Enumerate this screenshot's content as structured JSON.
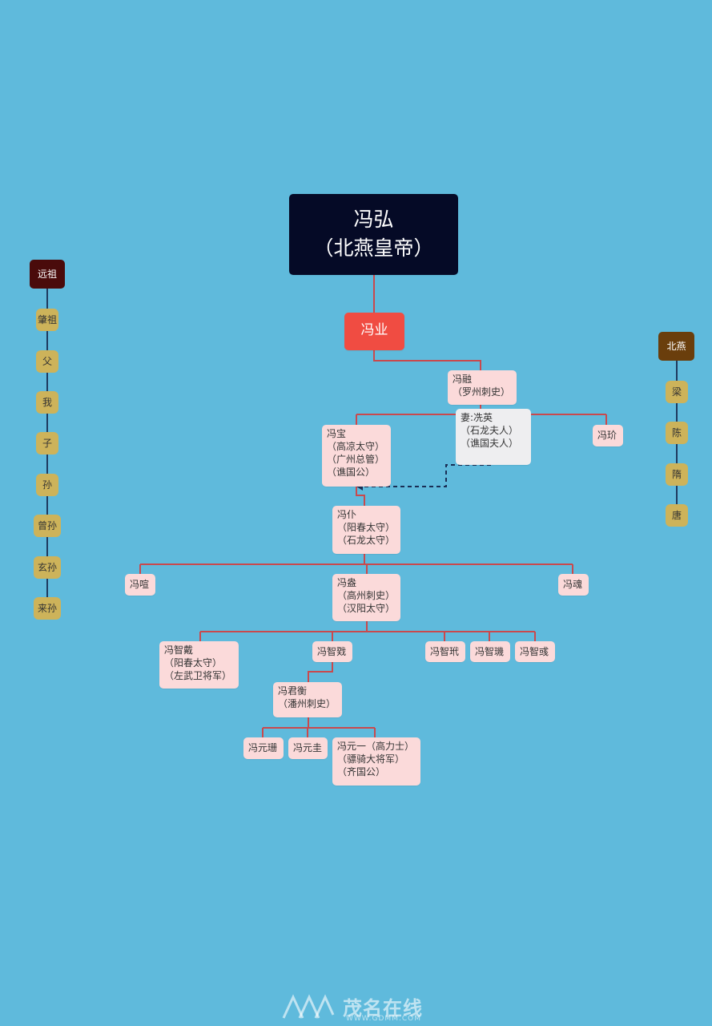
{
  "tree": {
    "root": {
      "lines": [
        "冯弘",
        "（北燕皇帝）"
      ]
    },
    "level1": {
      "lines": [
        "冯业"
      ]
    },
    "feng_rong": {
      "lines": [
        "冯融",
        "（罗州刺史）"
      ]
    },
    "wife": {
      "lines": [
        "妻:冼英",
        "（石龙夫人）",
        "（谯国夫人）"
      ]
    },
    "feng_bao": {
      "lines": [
        "冯宝",
        "（高凉太守）",
        "（广州总管）",
        "（谯国公）"
      ]
    },
    "feng_jie": {
      "lines": [
        "冯玠"
      ]
    },
    "feng_pu": {
      "lines": [
        "冯仆",
        "（阳春太守）",
        "（石龙太守）"
      ]
    },
    "feng_xuan": {
      "lines": [
        "冯喧"
      ]
    },
    "feng_ang": {
      "lines": [
        "冯盎",
        "（高州刺史）",
        "（汉阳太守）"
      ]
    },
    "feng_hun": {
      "lines": [
        "冯魂"
      ]
    },
    "feng_zhidai": {
      "lines": [
        "冯智戴",
        "（阳春太守）",
        "（左武卫将军）"
      ]
    },
    "feng_zhishi": {
      "lines": [
        "冯智戣"
      ]
    },
    "feng_zhiqiu": {
      "lines": [
        "冯智玳"
      ]
    },
    "feng_zhiji": {
      "lines": [
        "冯智璣"
      ]
    },
    "feng_zhiyu": {
      "lines": [
        "冯智彧"
      ]
    },
    "feng_junheng": {
      "lines": [
        "冯君衡",
        "（潘州刺史）"
      ]
    },
    "feng_yuanshan": {
      "lines": [
        "冯元珊"
      ]
    },
    "feng_yuangui": {
      "lines": [
        "冯元圭"
      ]
    },
    "feng_yuanyi": {
      "lines": [
        "冯元一（高力士）",
        "（骠骑大将军）",
        "（齐国公）"
      ]
    }
  },
  "legend_generations": {
    "head": "远祖",
    "items": [
      "肇祖",
      "父",
      "我",
      "子",
      "孙",
      "曾孙",
      "玄孙",
      "来孙"
    ]
  },
  "legend_dynasties": {
    "head": "北燕",
    "items": [
      "梁",
      "陈",
      "隋",
      "唐"
    ]
  },
  "colors": {
    "background": "#5fbadc",
    "root": "#050a26",
    "level1": "#f04c42",
    "node": "#fbdada",
    "wife": "#eeeef0",
    "connector": "#c9494d",
    "legend_item": "#cdb35a",
    "legend_gen_head": "#4a0b0b",
    "legend_dyn_head": "#6a3e0c",
    "legend_axis": "#1f3a5f",
    "dashed_link": "#1a2e55"
  },
  "watermark": {
    "text": "茂名在线",
    "url": "WWW.GDMM.COM"
  }
}
